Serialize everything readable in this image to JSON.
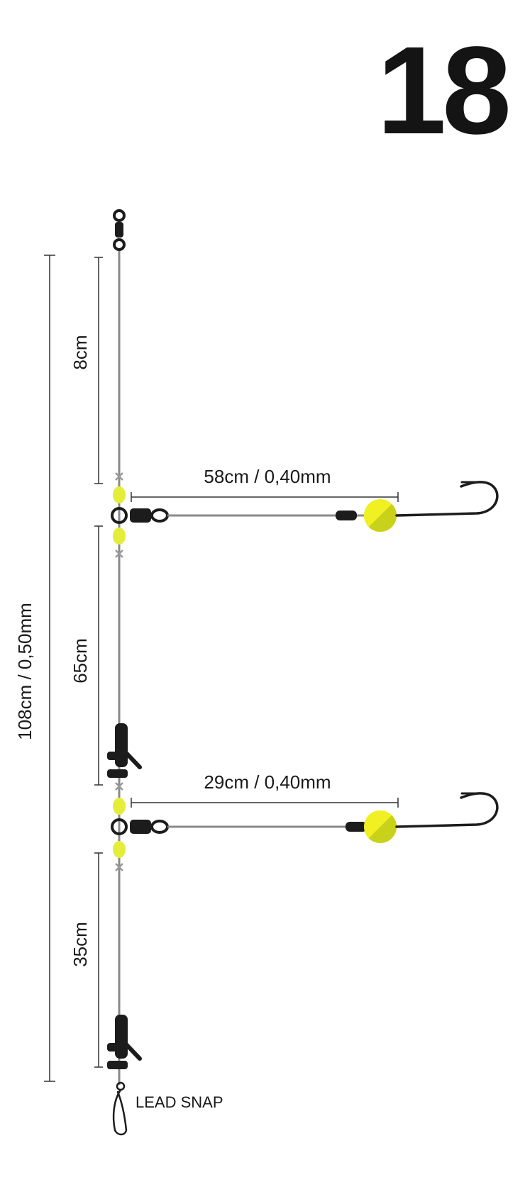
{
  "rig_number": "18",
  "labels": {
    "total_length": "108cm / 0,50mm",
    "section_top": "8cm",
    "section_middle": "65cm",
    "section_bottom": "35cm",
    "upper_snood": "58cm / 0,40mm",
    "lower_snood": "29cm / 0,40mm",
    "lead_snap": "LEAD SNAP"
  },
  "colors": {
    "line": "#8a8a8a",
    "hardware": "#1c1c1c",
    "bead_yellow": "#e4ee3a",
    "float_yellow": "#f0f022",
    "float_dark": "#c8d21a",
    "stop_knot": "#9a9a9a",
    "dimension_line": "#333333"
  },
  "icons": [
    "swivel-icon",
    "three-way-swivel-icon",
    "bead-icon",
    "stop-knot-icon",
    "float-bead-icon",
    "crimp-icon",
    "hook-icon",
    "clip-icon",
    "lead-snap-icon"
  ]
}
